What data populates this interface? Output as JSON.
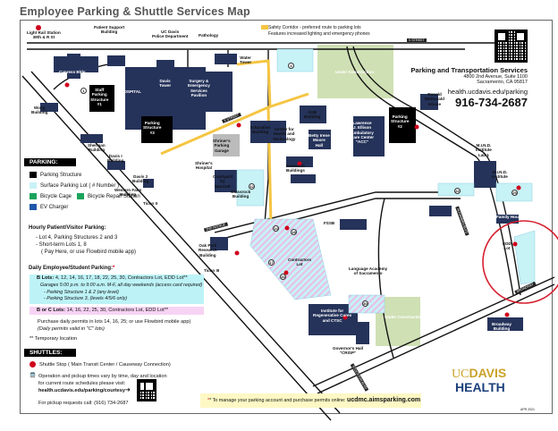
{
  "title": "Employee Parking & Shuttle Services Map",
  "safety_corridor": {
    "line1": "Safety Corridor - preferred route to parking lots",
    "line2": "Features increased lighting and emergency phones",
    "color": "#f5c542"
  },
  "contact": {
    "org": "Parking and Transportation Services",
    "address1": "4800 2nd Avenue, Suite 1100",
    "address2": "Sacramento, CA  95817",
    "website": "health.ucdavis.edu/parking",
    "phone": "916-734-2687"
  },
  "map_labels": [
    "Light Rail Station\n39th & R St",
    "Patient Support\nBuilding",
    "UC Davis\nPolice Department",
    "Pathology",
    "Cypress Bldg",
    "Water\nTower",
    "HOSPITAL",
    "Davis\nTower",
    "Surgery &\nEmergency\nServices\nPavilion",
    "Staff\nParking\nStructure\n#1",
    "Parking\nStructure\n#3",
    "Wong\nBuilding",
    "Sherman\nBuilding",
    "Shriner's\nParking\nGarage",
    "Shriner's\nHospital",
    "Education\nBuilding",
    "Center for\nHealth and\nTechnology",
    "ASB\nBuilding",
    "Betty Irene\nMoore\nHall",
    "Research\nBuildings",
    "Lawrence\nJ. Ellison\nAmbulatory\nCare Center\n\"ACC\"",
    "Parking\nStructure\n#2",
    "Ronald\nMcDonald\nHouse",
    "M.I.N.D.\nInstitute\nLab 1",
    "M.I.N.D.\nInstitute",
    "Family House",
    "EDD\nLot",
    "Broadway\nBuilding",
    "Davis I\nBuilding",
    "Davis 2\nBuilding",
    "Western Fairs\nBuilding",
    "Ticon II",
    "Glassrock\nBuilding",
    "Courtyard\nby\nMarriott",
    "FSSB",
    "Oak Park\nResearch\nBuilding",
    "Ticon III",
    "Contractors\nLot",
    "Language Academy\nof Sacramento",
    "Institute for\nRegenerative Cures\nand CTSC",
    "Governor's Hall\n\"CRISP\"",
    "Under Construction",
    "Under Construction"
  ],
  "streets": [
    "V STREET",
    "X STREET",
    "BROADWAY",
    "STOCKTON BLVD",
    "2ND AVENUE",
    "ALHAMBRA BLVD"
  ],
  "lot_numbers": [
    "4",
    "1",
    "22",
    "14",
    "16",
    "18",
    "17",
    "12",
    "25",
    "30"
  ],
  "legend": {
    "parking_header": "PARKING:",
    "items": [
      "Parking Structure",
      "Surface Parking Lot ( # Number )",
      "Bicycle Cage",
      "Bicycle Repair Station",
      "EV Charger"
    ],
    "hourly_header": "Hourly Patient/Visitor Parking:",
    "hourly": [
      "- Lot 4, Parking Structures 2 and 3",
      "- Short-term Lots 1, 8",
      "( Pay Here, or use Flowbird mobile app)"
    ],
    "daily_header": "Daily Employee/Student Parking:",
    "b_lots_label": "B Lots:",
    "b_lots": "4, 12, 14, 16, 17, 18, 22, 25, 30, Contractors Lot, EDD Lot**",
    "b_lots_note": "Garages 5:00 p.m. to 9:00 a.m. M-F, all day weekends (access card required)",
    "b_lots_sub": [
      "- Parking Structure 1 & 2 (any level)",
      "- Parking Structure 3, (levels 4/5/6 only)"
    ],
    "bc_lots_label": "B or C Lots:",
    "bc_lots": "14, 16, 22, 25, 30, Contractors Lot, EDD Lot**",
    "purchase": "Purchase daily permits in lots 14, 16, 25; or use Flowbird mobile app)",
    "purchase_note": "(Daily permits valid in \"C\" lots)",
    "temporary": "** Temporary location",
    "shuttles_header": "SHUTTLES:",
    "shuttle_stop": "Shuttle Stop  (    Main Transit Center  /      Causeway Connection)",
    "operation": [
      "Operation and pickup times vary by time, day and location",
      "for current route schedules please visit:",
      "health.ucdavis.edu/parking/courtesy"
    ],
    "pickup": "For pickup requests call: (916) 734-2687",
    "colors": {
      "b_lots": "#bdf3f7",
      "bc_lots": "#f7d3f3",
      "building": "#25335a",
      "green": "#1aa35a",
      "shuttle": "#d0021b"
    }
  },
  "manage_note": {
    "text": "* To manage your parking account and purchase permits online: ",
    "url": "ucdmc.aimsparking.com"
  },
  "logo": {
    "uc": "UC",
    "davis": "DAVIS",
    "health": "HEALTH"
  },
  "date": "APR 2021",
  "annotation": {
    "color": "#d62030",
    "target": "EDD Lot"
  }
}
